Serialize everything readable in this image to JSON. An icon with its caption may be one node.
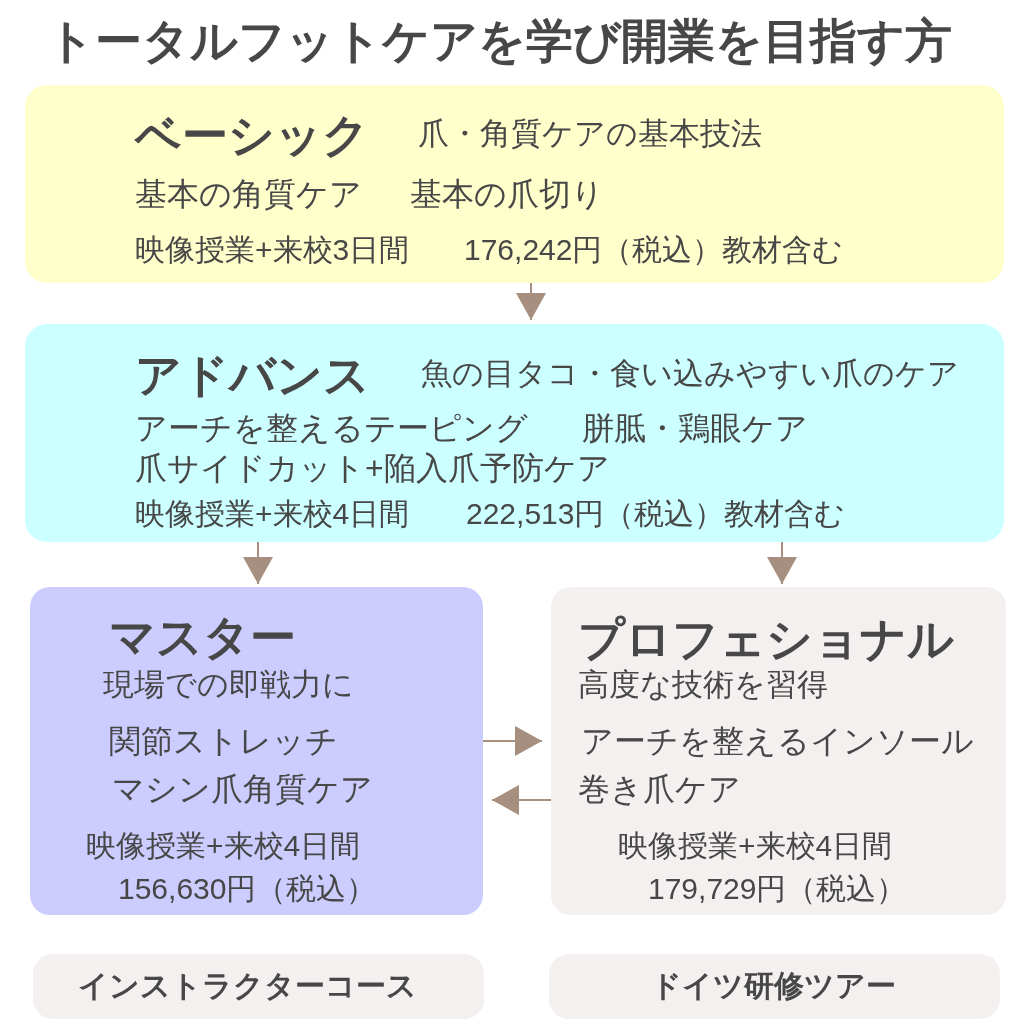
{
  "diagram": {
    "title": "トータルフットケアを学び開業を目指す方",
    "nodes": [
      {
        "text": [
          "ベーシック",
          "爪・角質ケアの基本技法",
          "基本の角質ケア",
          "基本の爪切り",
          "映像授業+来校3日間",
          "176,242円（税込）教材含む"
        ]
      },
      {
        "text": [
          "アドバンス",
          "魚の目タコ・食い込みやすい爪のケア",
          "アーチを整えるテーピング",
          "胼胝・鶏眼ケア",
          "爪サイドカット+陥入爪予防ケア",
          "映像授業+来校4日間",
          "222,513円（税込）教材含む"
        ]
      },
      {
        "text": [
          "マスター",
          "現場での即戦力に",
          "関節ストレッチ",
          "マシン爪角質ケア",
          "映像授業+来校4日間",
          "156,630円（税込）"
        ]
      },
      {
        "text": [
          "プロフェショナル",
          "高度な技術を習得",
          "アーチを整えるインソール",
          "巻き爪ケア",
          "映像授業+来校4日間",
          "179,729円（税込）"
        ]
      },
      {
        "text": [
          "インストラクターコース"
        ]
      },
      {
        "text": [
          "ドイツ研修ツアー"
        ]
      }
    ],
    "edges": [
      {
        "from": 0,
        "to": 1,
        "arrow": "to"
      },
      {
        "from": 1,
        "to": 2,
        "arrow": "to"
      },
      {
        "from": 1,
        "to": 3,
        "arrow": "to"
      },
      {
        "from": 2,
        "to": 3,
        "arrow": "to"
      },
      {
        "from": 3,
        "to": 2,
        "arrow": "to"
      }
    ]
  }
}
